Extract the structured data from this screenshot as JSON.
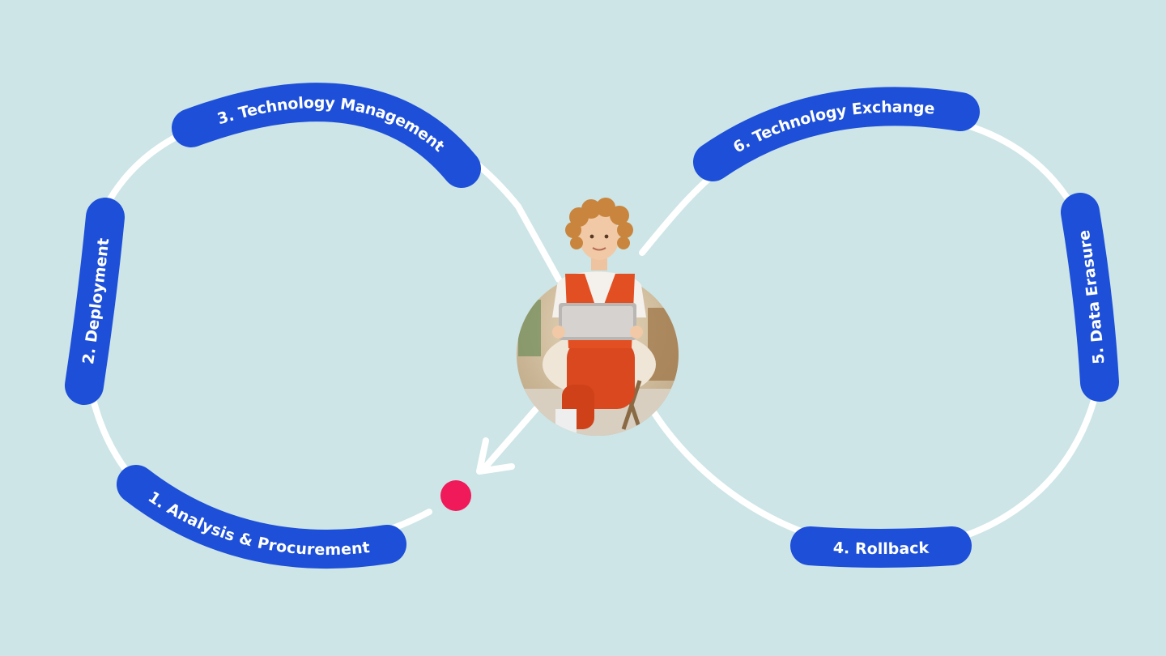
{
  "colors": {
    "background": "#cde5e6",
    "loop_line": "#ffffff",
    "pill": "#1d4fd8",
    "pill_text": "#ffffff",
    "start_dot": "#f0195a"
  },
  "stages": [
    {
      "id": "stage-1",
      "label": "1. Analysis & Procurement"
    },
    {
      "id": "stage-2",
      "label": "2. Deployment"
    },
    {
      "id": "stage-3",
      "label": "3. Technology Management"
    },
    {
      "id": "stage-4",
      "label": "4. Rollback"
    },
    {
      "id": "stage-5",
      "label": "5. Data Erasure"
    },
    {
      "id": "stage-6",
      "label": "6. Technology Exchange"
    }
  ],
  "center_photo": {
    "icon": "child-with-tablet-photo"
  },
  "start_marker": {
    "icon": "start-dot"
  },
  "direction_arrow": {
    "icon": "arrow-down-left-icon"
  }
}
